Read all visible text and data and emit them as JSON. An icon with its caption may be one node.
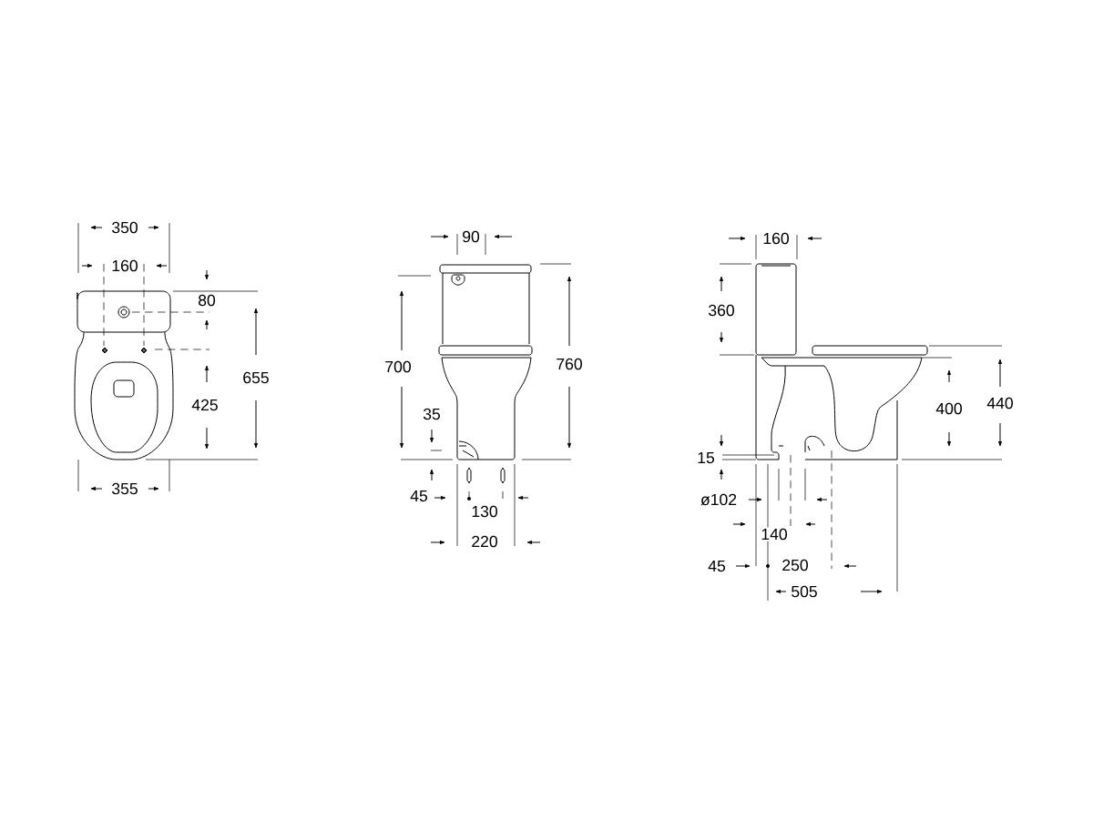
{
  "diagram": {
    "labels": [
      "350",
      "160",
      "80",
      "655",
      "425",
      "355",
      "90",
      "700",
      "760",
      "35",
      "45",
      "130",
      "220",
      "160",
      "360",
      "400",
      "440",
      "15",
      "ø102",
      "140",
      "45",
      "250",
      "505"
    ]
  }
}
